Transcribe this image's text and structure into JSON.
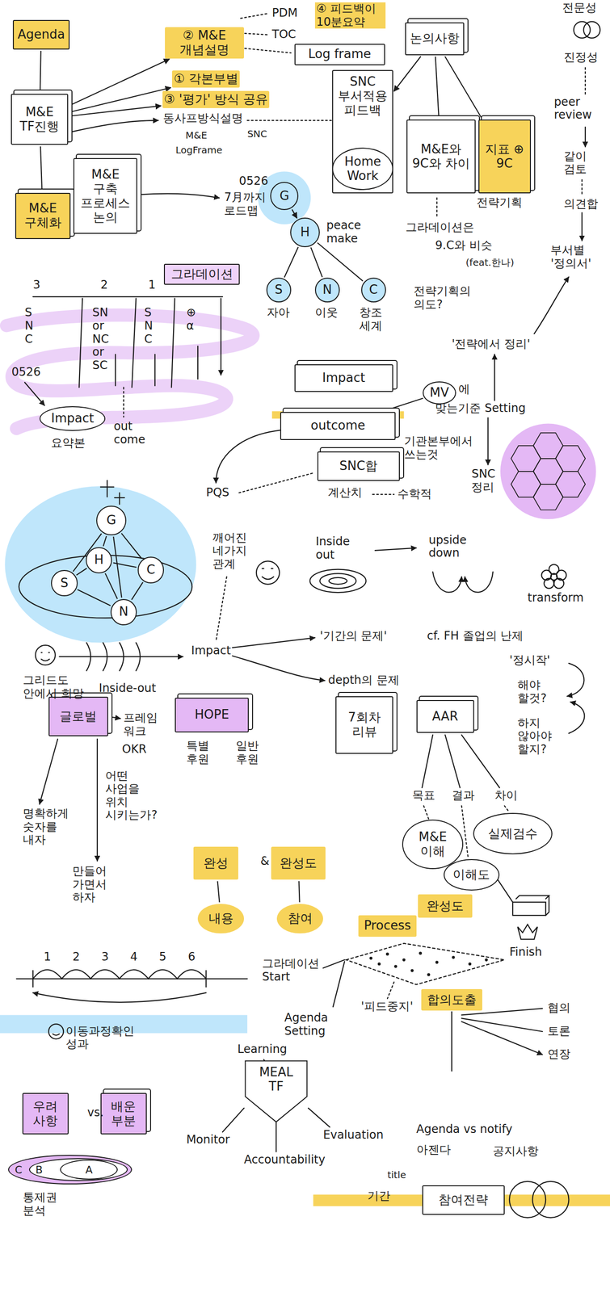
{
  "diagram": {
    "nodes": [
      {
        "text": [
          "Agenda"
        ]
      },
      {
        "text": [
          "M&E TF진행"
        ]
      },
      {
        "text": [
          "M&E 구체화"
        ]
      },
      {
        "text": [
          "M&E 구축 프로세스 논의"
        ]
      },
      {
        "text": [
          "② M&E 개념설명"
        ]
      },
      {
        "text": [
          "① 각본부별"
        ]
      },
      {
        "text": [
          "③ '평가' 방식 공유"
        ]
      },
      {
        "text": [
          "Log frame"
        ]
      },
      {
        "text": [
          "SNC 부서적용 피드백"
        ]
      },
      {
        "text": [
          "Home Work"
        ],
        "in": 8
      },
      {
        "text": [
          "논의사항"
        ]
      },
      {
        "text": [
          "M&E와 9C와 차이"
        ]
      },
      {
        "text": [
          "지표 ⊕ 9C"
        ]
      },
      {
        "text": [
          "G"
        ]
      },
      {
        "text": [
          "H"
        ]
      },
      {
        "text": [
          "S"
        ]
      },
      {
        "text": [
          "N"
        ]
      },
      {
        "text": [
          "C"
        ]
      },
      {
        "text": [
          "그라데이션"
        ]
      },
      {
        "text": [
          "Impact"
        ]
      },
      {
        "text": [
          "Impact"
        ]
      },
      {
        "text": [
          "outcome"
        ]
      },
      {
        "text": [
          "SNC합"
        ]
      },
      {
        "text": [
          "MV"
        ]
      },
      {
        "text": [
          "G"
        ]
      },
      {
        "text": [
          "H"
        ]
      },
      {
        "text": [
          "C"
        ]
      },
      {
        "text": [
          "S"
        ]
      },
      {
        "text": [
          "N"
        ]
      },
      {
        "text": [
          "글로벌"
        ]
      },
      {
        "text": [
          "HOPE"
        ]
      },
      {
        "text": [
          "7회차 리뷰"
        ]
      },
      {
        "text": [
          "AAR"
        ]
      },
      {
        "text": [
          "완성"
        ]
      },
      {
        "text": [
          "완성도"
        ]
      },
      {
        "text": [
          "내용"
        ]
      },
      {
        "text": [
          "참여"
        ]
      },
      {
        "text": [
          "M&E 이해"
        ]
      },
      {
        "text": [
          "실제검수"
        ]
      },
      {
        "text": [
          "이해도"
        ]
      },
      {
        "text": [
          "완성도"
        ]
      },
      {
        "text": [
          "Process"
        ]
      },
      {
        "text": [
          "합의도출"
        ]
      },
      {
        "text": [
          "MEAL TF"
        ]
      },
      {
        "text": [
          "우려 사항"
        ]
      },
      {
        "text": [
          "배운 부분"
        ]
      },
      {
        "text": [
          "C"
        ]
      },
      {
        "text": [
          "B"
        ],
        "in": 46
      },
      {
        "text": [
          "A"
        ],
        "in": 47
      },
      {
        "text": [
          "참여전략"
        ]
      }
    ],
    "edges": [
      {
        "from": 0,
        "to": 1,
        "arrow": "none"
      },
      {
        "from": 1,
        "to": 2,
        "arrow": "none"
      },
      {
        "from": 1,
        "to": 4,
        "arrow": "to"
      },
      {
        "from": 1,
        "to": 5,
        "arrow": "to"
      },
      {
        "from": 1,
        "to": 6,
        "arrow": "to"
      },
      {
        "from": 10,
        "to": 8,
        "arrow": "to"
      },
      {
        "from": 10,
        "to": 11,
        "arrow": "none"
      },
      {
        "from": 10,
        "to": 12,
        "arrow": "none"
      },
      {
        "from": 13,
        "to": 14,
        "arrow": "to"
      },
      {
        "from": 14,
        "to": 15,
        "arrow": "none"
      },
      {
        "from": 14,
        "to": 16,
        "arrow": "none"
      },
      {
        "from": 14,
        "to": 17,
        "arrow": "none"
      },
      {
        "from": 23,
        "to": 21,
        "arrow": "none"
      },
      {
        "from": 24,
        "to": 25,
        "arrow": "none"
      },
      {
        "from": 24,
        "to": 26,
        "arrow": "none"
      },
      {
        "from": 24,
        "to": 27,
        "arrow": "none"
      },
      {
        "from": 24,
        "to": 28,
        "arrow": "none"
      },
      {
        "from": 25,
        "to": 27,
        "arrow": "none"
      },
      {
        "from": 25,
        "to": 28,
        "arrow": "none"
      },
      {
        "from": 25,
        "to": 26,
        "arrow": "none"
      },
      {
        "from": 27,
        "to": 28,
        "arrow": "none"
      },
      {
        "from": 28,
        "to": 26,
        "arrow": "none"
      },
      {
        "from": 33,
        "to": 35,
        "arrow": "none"
      },
      {
        "from": 34,
        "to": 36,
        "arrow": "none"
      }
    ],
    "labels": [
      "PDM",
      "④ 피드백이 10분요약",
      "TOC",
      "동사프방식설명",
      "M&E",
      "SNC",
      "LogFrame",
      "전문성",
      "진정성",
      "peer review",
      "같이 검토",
      "의견합",
      "부서별 '정의서'",
      "전략기획",
      "그라데이션은",
      "9.C와 비슷",
      "(feat.한나)",
      "전략기획의 의도?",
      "'전략에서 정리'",
      "0526",
      "7月까지 로드맵",
      "peace make",
      "자아",
      "이웃",
      "창조 세계",
      "3",
      "2",
      "1",
      "S N C",
      "SN or NC or SC",
      "S N C",
      "⊕ α",
      "0526",
      "요약본",
      "out come",
      "기관본부에서 쓰는것",
      "에",
      "맞는기준 Setting",
      "PQS",
      "계산치",
      "수학적",
      "SNC 정리",
      "깨어진 네가지 관계",
      "Inside out",
      "upside down",
      "transform",
      "그리드도 안에서 희망",
      "Inside-out",
      "Impact",
      "'기간의 문제'",
      "cf. FH 졸업의 난제",
      "'정시작'",
      "해야 할것?",
      "하지 않아야 할지?",
      "depth의 문제",
      "목표",
      "결과",
      "차이",
      "프레임 워크",
      "OKR",
      "특별 후원",
      "일반 후원",
      "어떤 사업을 위치 시키는가?",
      "명확하게 숫자를 내자",
      "만들어 가면서 하자",
      "&",
      "Finish",
      "'피드중지'",
      "협의",
      "토론",
      "연장",
      "그라데이션 Start",
      "Agenda Setting",
      "1",
      "2",
      "3",
      "4",
      "5",
      "6",
      "이동과정확인 성과",
      "Learning",
      "Monitor",
      "Evaluation",
      "Accountability",
      "vs.",
      "통제권 분석",
      "Agenda vs notify",
      "아젠다",
      "공지사항",
      "title",
      "기간"
    ]
  }
}
